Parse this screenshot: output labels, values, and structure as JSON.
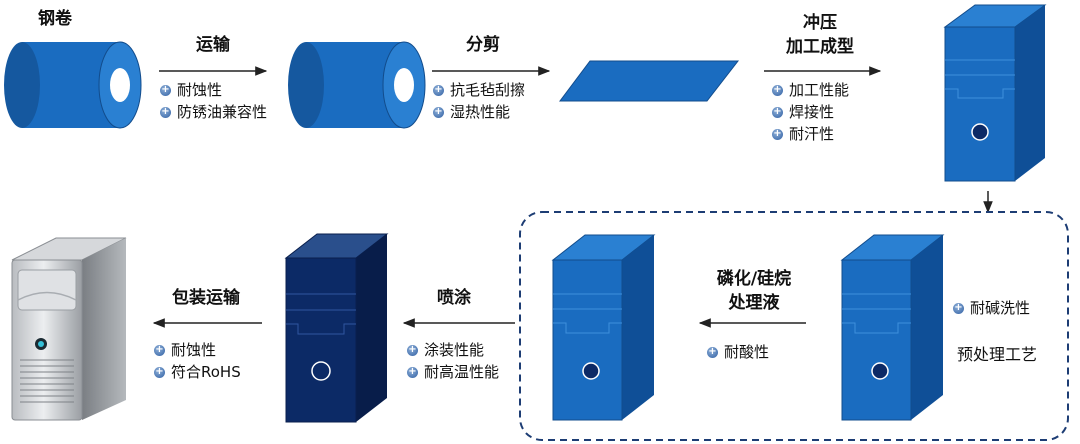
{
  "steps": {
    "coil": "钢卷",
    "transport": "运输",
    "slitting": "分剪",
    "stamping_line1": "冲压",
    "stamping_line2": "加工成型",
    "phosphate_line1": "磷化/硅烷",
    "phosphate_line2": "处理液",
    "spray": "喷涂",
    "pack": "包装运输",
    "pretreat": "预处理工艺"
  },
  "properties": {
    "transport": [
      "耐蚀性",
      "防锈油兼容性"
    ],
    "slitting": [
      "抗毛毡刮擦",
      "湿热性能"
    ],
    "stamping": [
      "加工性能",
      "焊接性",
      "耐汗性"
    ],
    "pretreat": [
      "耐碱洗性"
    ],
    "phosphate": [
      "耐酸性"
    ],
    "spray": [
      "涂装性能",
      "耐高温性能"
    ],
    "pack": [
      "耐蚀性",
      "符合RoHS"
    ]
  },
  "colors": {
    "blue": "#1a6cc0",
    "navy": "#0c2a66",
    "dashed_border": "#1d3d74",
    "arrow": "#222222"
  },
  "icons": [
    "steel-coil-icon",
    "steel-sheet-icon",
    "chassis-icon",
    "server-tower-icon",
    "bullet-plus-icon"
  ]
}
